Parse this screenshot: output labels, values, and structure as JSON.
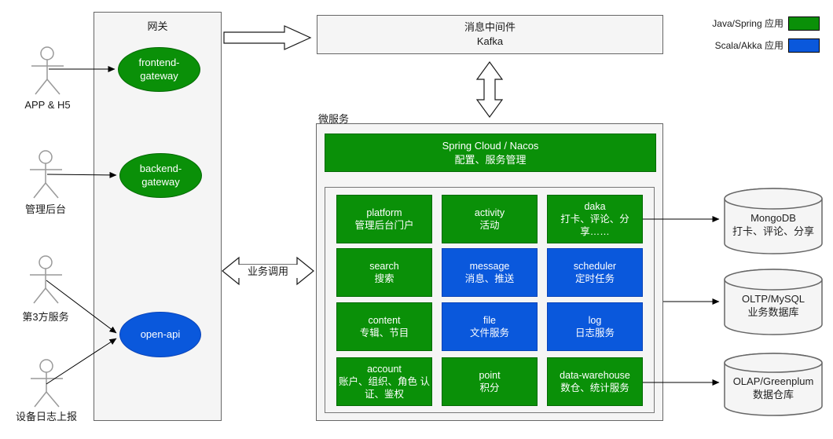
{
  "colors": {
    "java_green": "#0a9008",
    "java_green_border": "#046a04",
    "scala_blue": "#0a58dc",
    "scala_blue_border": "#0a43b8",
    "box_bg": "#f5f5f5",
    "box_border": "#666666"
  },
  "legend": {
    "items": [
      {
        "label": "Java/Spring 应用",
        "tech": "java"
      },
      {
        "label": "Scala/Akka 应用",
        "tech": "scala"
      }
    ]
  },
  "actors": [
    {
      "label": "APP & H5"
    },
    {
      "label": "管理后台"
    },
    {
      "label": "第3方服务"
    },
    {
      "label": "设备日志上报"
    }
  ],
  "gateway": {
    "title": "网关",
    "nodes": [
      {
        "label": "frontend-gateway",
        "tech": "java"
      },
      {
        "label": "backend-gateway",
        "tech": "java"
      },
      {
        "label": "open-api",
        "tech": "scala"
      }
    ]
  },
  "kafka": {
    "line1": "消息中间件",
    "line2": "Kafka"
  },
  "connectors": {
    "biz_call_label": "业务调用"
  },
  "microservices": {
    "title": "微服务",
    "platform_bar": {
      "line1": "Spring Cloud / Nacos",
      "line2": "配置、服务管理"
    },
    "services": [
      {
        "name": "platform",
        "desc": "管理后台门户",
        "tech": "java"
      },
      {
        "name": "activity",
        "desc": "活动",
        "tech": "java"
      },
      {
        "name": "daka",
        "desc": "打卡、评论、分享……",
        "tech": "java"
      },
      {
        "name": "search",
        "desc": "搜索",
        "tech": "java"
      },
      {
        "name": "message",
        "desc": "消息、推送",
        "tech": "scala"
      },
      {
        "name": "scheduler",
        "desc": "定时任务",
        "tech": "scala"
      },
      {
        "name": "content",
        "desc": "专辑、节目",
        "tech": "java"
      },
      {
        "name": "file",
        "desc": "文件服务",
        "tech": "scala"
      },
      {
        "name": "log",
        "desc": "日志服务",
        "tech": "scala"
      },
      {
        "name": "account",
        "desc": "账户、组织、角色 认证、鉴权",
        "tech": "java"
      },
      {
        "name": "point",
        "desc": "积分",
        "tech": "java"
      },
      {
        "name": "data-warehouse",
        "desc": "数仓、统计服务",
        "tech": "java"
      }
    ]
  },
  "databases": [
    {
      "name": "MongoDB",
      "desc": "打卡、评论、分享"
    },
    {
      "name": "OLTP/MySQL",
      "desc": "业务数据库"
    },
    {
      "name": "OLAP/Greenplum",
      "desc": "数据仓库"
    }
  ]
}
